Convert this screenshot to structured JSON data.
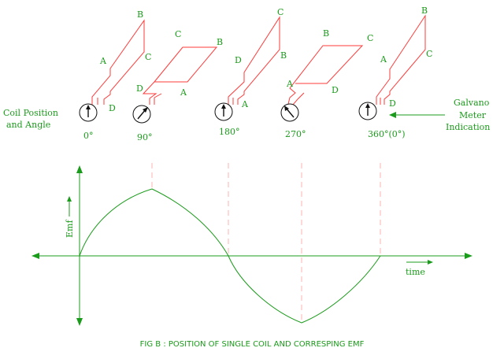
{
  "coil_positions": [
    {
      "angle_label": "0°",
      "corners": [
        "B",
        "A",
        "C",
        "D"
      ],
      "needle": "up"
    },
    {
      "angle_label": "90°",
      "corners": [
        "C",
        "B",
        "D",
        "A"
      ],
      "needle": "up-right"
    },
    {
      "angle_label": "180°",
      "corners": [
        "C",
        "D",
        "B",
        "A"
      ],
      "needle": "up"
    },
    {
      "angle_label": "270°",
      "corners": [
        "B",
        "C",
        "A",
        "D"
      ],
      "needle": "up-left"
    },
    {
      "angle_label": "360°(0°)",
      "corners": [
        "B",
        "A",
        "C",
        "D"
      ],
      "needle": "up"
    }
  ],
  "left_label": [
    "Coil Position",
    "and Angle"
  ],
  "right_label": [
    "Galvano",
    "Meter",
    "Indication"
  ],
  "graph": {
    "y_label": "Emf",
    "x_label": "time"
  },
  "caption": "FIG B : POSITION OF SINGLE COIL AND CORRESPING EMF",
  "colors": {
    "coil": "#ff3b3b",
    "labels": "#1b9b1b",
    "guides": "#ffb0b0",
    "meter": "#111111"
  }
}
